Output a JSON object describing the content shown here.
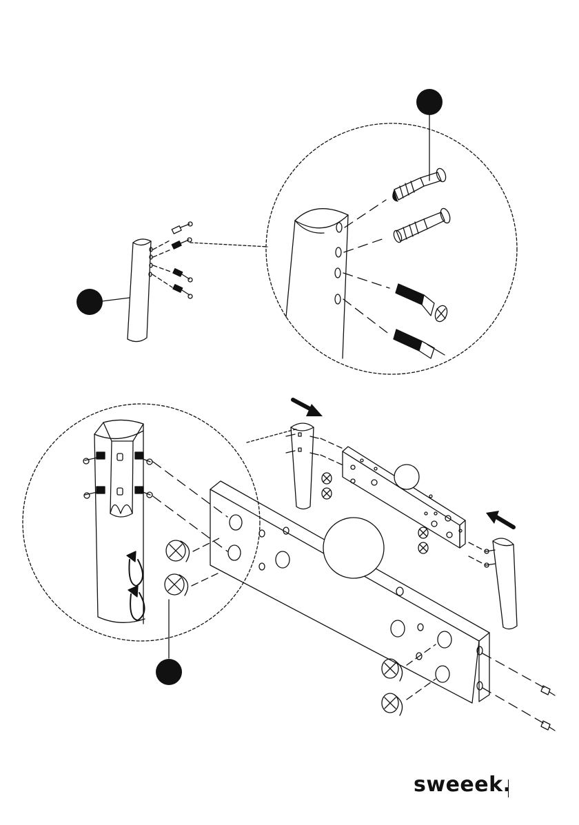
{
  "brand": {
    "name": "sweeek."
  },
  "colors": {
    "ink": "#111111",
    "paper": "#ffffff",
    "callout": "#111111"
  },
  "callouts": {
    "top": {
      "label": "",
      "icon": "step-marker-dot"
    },
    "left": {
      "label": "",
      "icon": "step-marker-dot"
    },
    "bottom": {
      "label": "",
      "icon": "step-marker-dot"
    }
  },
  "icons": {
    "rotate": "clockwise-rotate-arrow",
    "push": "insert-direction-arrow"
  }
}
